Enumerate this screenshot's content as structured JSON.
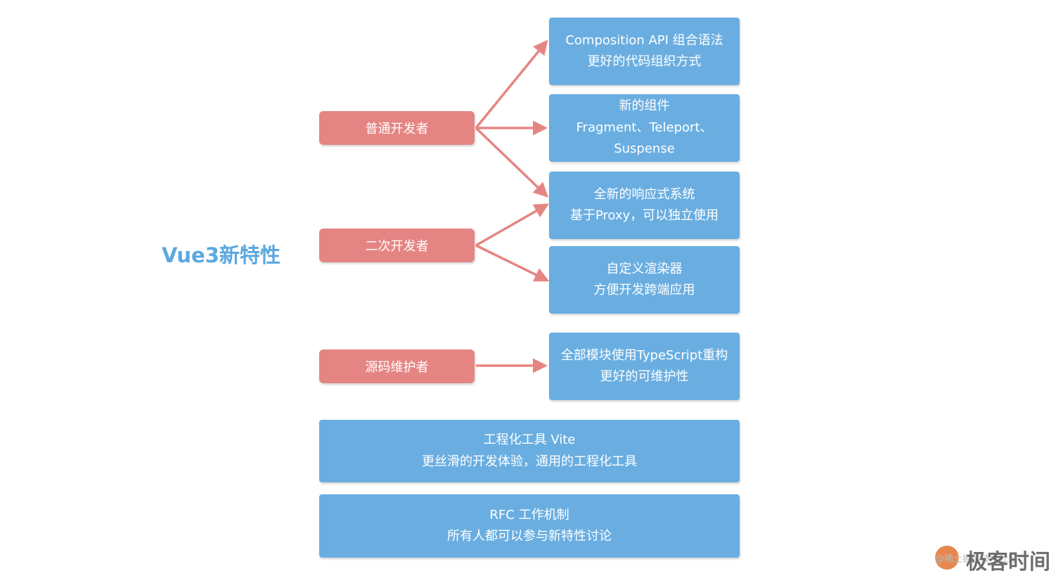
{
  "title": "Vue3新特性",
  "roles": {
    "normal": "普通开发者",
    "secondary": "二次开发者",
    "maintainer": "源码维护者"
  },
  "features": {
    "composition": [
      "Composition API 组合语法",
      "更好的代码组织方式"
    ],
    "components": [
      "新的组件",
      "Fragment、Teleport、",
      "Suspense"
    ],
    "reactivity": [
      "全新的响应式系统",
      "基于Proxy，可以独立使用"
    ],
    "renderer": [
      "自定义渲染器",
      "方便开发跨端应用"
    ],
    "typescript": [
      "全部模块使用TypeScript重构",
      "更好的可维护性"
    ],
    "vite": [
      "工程化工具 Vite",
      "更丝滑的开发体验，通用的工程化工具"
    ],
    "rfc": [
      "RFC 工作机制",
      "所有人都可以参与新特性讨论"
    ]
  },
  "colors": {
    "role": "#e58583",
    "feature": "#6aaee1",
    "title": "#5ba8e0",
    "arrow": "#e58583"
  },
  "watermark": {
    "brand": "极客时间",
    "small": "@稀土掘金技术社区"
  }
}
